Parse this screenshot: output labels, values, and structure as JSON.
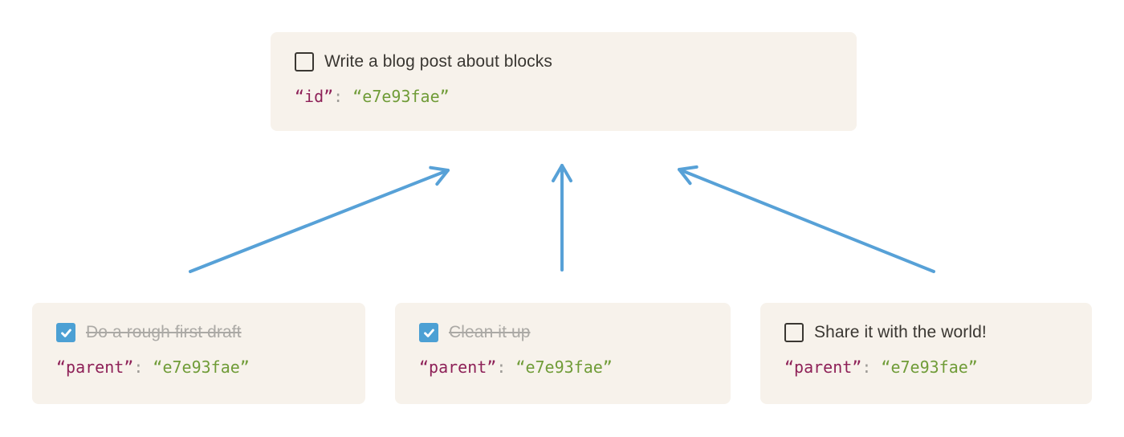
{
  "diagram": {
    "colors": {
      "card_background": "#F7F2EB",
      "arrow": "#57A1D7",
      "checkbox_checked": "#4CA0D4",
      "checkbox_border": "#3A3732",
      "title_text": "#3A3732",
      "completed_text": "#ABA9A5",
      "code_key": "#8E2158",
      "code_punctuation": "#9D9B97",
      "code_value": "#709C38"
    },
    "parent_card": {
      "title": "Write a blog post about blocks",
      "checked": false,
      "code": {
        "key": "“id”",
        "separator": ": ",
        "value": "“e7e93fae”"
      }
    },
    "child_cards": [
      {
        "title": "Do a rough first draft",
        "checked": true,
        "code": {
          "key": "“parent”",
          "separator": ": ",
          "value": "“e7e93fae”"
        }
      },
      {
        "title": "Clean it up",
        "checked": true,
        "code": {
          "key": "“parent”",
          "separator": ": ",
          "value": "“e7e93fae”"
        }
      },
      {
        "title": "Share it with the world!",
        "checked": false,
        "code": {
          "key": "“parent”",
          "separator": ": ",
          "value": "“e7e93fae”"
        }
      }
    ]
  }
}
